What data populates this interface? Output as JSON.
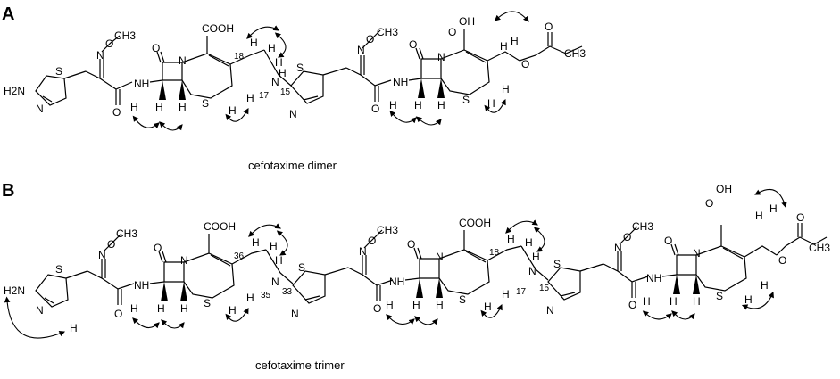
{
  "panels": [
    {
      "letter": "A",
      "caption": "cefotaxime dimer"
    },
    {
      "letter": "B",
      "caption": "cefotaxime trimer"
    }
  ],
  "atoms": {
    "h2n": "H2N",
    "s": "S",
    "n": "N",
    "o": "O",
    "h": "H",
    "cooh": "COOH",
    "oh": "OH",
    "nh": "NH",
    "methyl": "CH3"
  },
  "numbers": {
    "a_18": "18",
    "a_17": "17",
    "a_15": "15",
    "b_36": "36",
    "b_35": "35",
    "b_33": "33",
    "b_18": "18",
    "b_17": "17",
    "b_15": "15"
  }
}
